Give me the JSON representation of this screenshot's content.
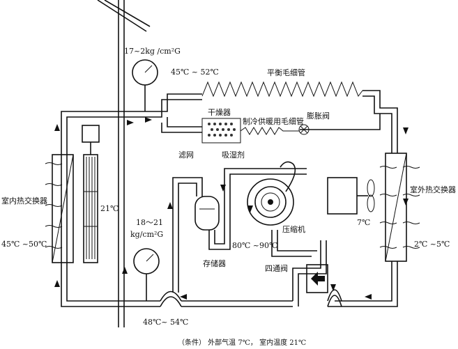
{
  "labels": {
    "pressure_high": "17~2kg /cm²G",
    "temp_discharge_top": "45℃ ~ 52℃",
    "balance_capillary": "平衡毛细管",
    "dryer": "干燥器",
    "heating_capillary": "制冷供暖用毛细管",
    "expansion_valve": "膨胀阀",
    "filter_screen": "滤网",
    "desiccant": "吸湿剂",
    "indoor_exchanger": "室内热交换器",
    "outdoor_exchanger": "室外热交换器",
    "indoor_fan_temp": "21℃",
    "indoor_exchanger_temp": "45℃ ~50℃",
    "pressure_low": "18～21",
    "pressure_low_unit": "kg/cm²G",
    "outdoor_temp": "7℃",
    "outdoor_exchanger_temp": "2℃ ~5℃",
    "compressor_temp": "80℃ ~90℃",
    "compressor": "压缩机",
    "accumulator": "存储器",
    "four_way_valve": "四通阀",
    "bottom_temp": "48℃~ 54℃",
    "caption": "（条件） 外部气温 7℃， 室内温度 21℃"
  }
}
